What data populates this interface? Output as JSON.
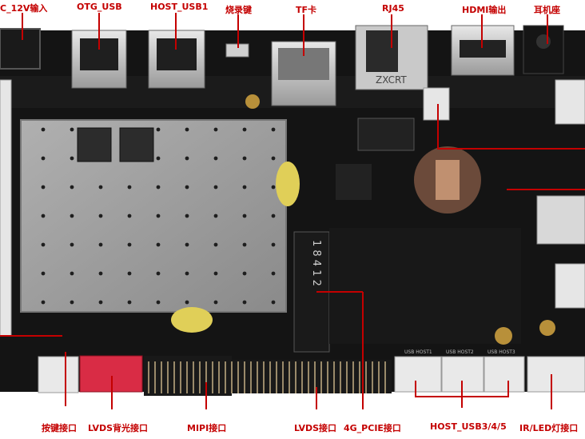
{
  "labels": {
    "dc_in": "C_12V输入",
    "otg_usb": "OTG_USB",
    "host_usb1": "HOST_USB1",
    "burn_key": "烧录键",
    "tf_card": "TF卡",
    "rj45": "RJ45",
    "hdmi_out": "HDMI输出",
    "earphone": "耳机座",
    "key_port": "按键接口",
    "lvds_backlight": "LVDS背光接口",
    "mipi_port": "MIPI接口",
    "lvds_port": "LVDS接口",
    "pcie_4g": "4G_PCIE接口",
    "host_usb345": "HOST_USB3/4/5",
    "ir_led": "IR/LED灯接口"
  },
  "silkscreen": {
    "rj45_brand": "ZXCRT",
    "m2_text": "1 8 4 1 2",
    "usb_host1": "USB HOST1",
    "usb_host2": "USB HOST2",
    "usb_host3": "USB HOST3"
  },
  "colors": {
    "label_red": "#c40000",
    "pcb": "#141414",
    "shield": "#9c9c9c"
  }
}
